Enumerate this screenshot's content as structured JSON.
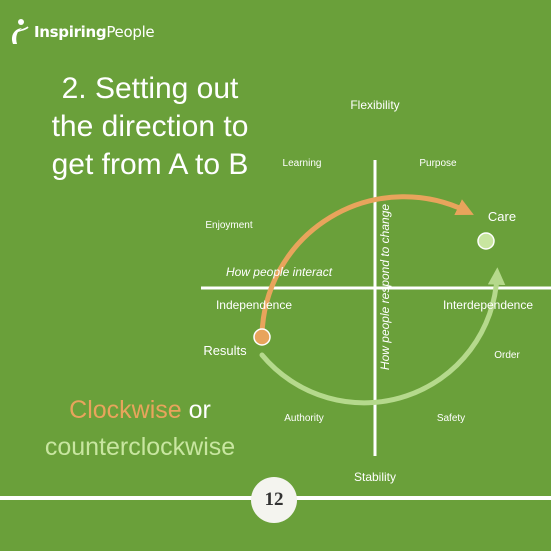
{
  "brand": {
    "bold": "Inspiring",
    "light": "People"
  },
  "title": {
    "lines": [
      "2. Setting out",
      "the direction to",
      "get from A to B"
    ]
  },
  "diagram": {
    "top": "Flexibility",
    "bottom": "Stability",
    "left": "Independence",
    "right": "Interdependence",
    "horizontal_axis_label": "How people interact",
    "vertical_axis_label": "How people respond to change",
    "learning": "Learning",
    "purpose": "Purpose",
    "enjoyment": "Enjoyment",
    "care": "Care",
    "results": "Results",
    "order": "Order",
    "authority": "Authority",
    "safety": "Safety"
  },
  "tagline": {
    "clockwise": "Clockwise",
    "or": " or",
    "counterclockwise": "counterclockwise"
  },
  "page": {
    "number": "12"
  },
  "colors": {
    "background": "#6aa03a",
    "orange": "#e8a45c",
    "light_green": "#b5d98c",
    "white": "#ffffff"
  }
}
